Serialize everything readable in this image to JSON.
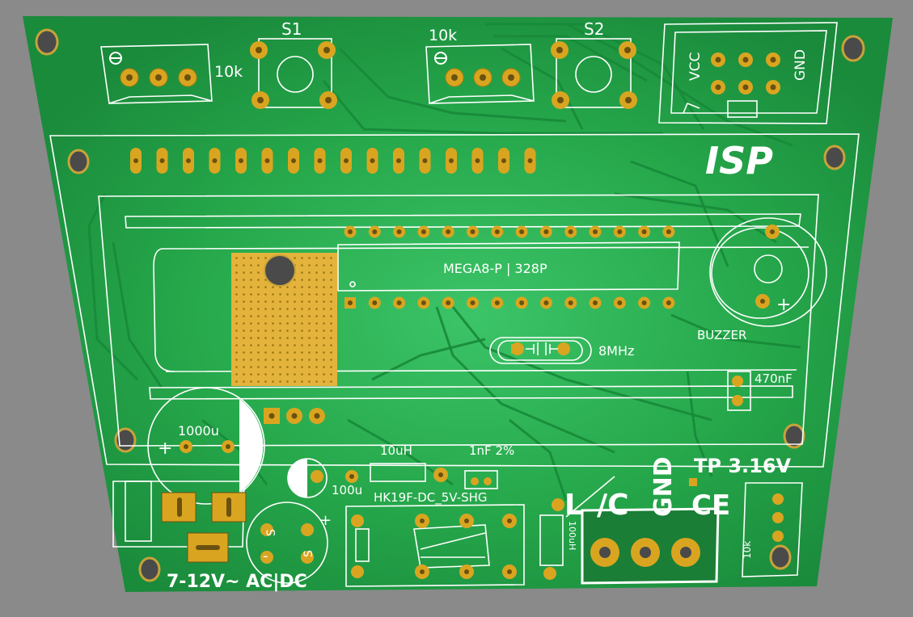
{
  "colors": {
    "background": "#8a8a8a",
    "board": "#1f9a43",
    "board_highlight": "#3cc468",
    "trace": "#178a3a",
    "silkscreen": "#ffffff",
    "copper": "#d9a520",
    "hole": "#4a4a4a",
    "terminal_block": "#1a7e36"
  },
  "labels": {
    "s1": "S1",
    "s2": "S2",
    "pot1": "10k",
    "pot2": "10k",
    "pot3": "10k",
    "vcc": "VCC",
    "gnd_isp": "GND",
    "isp": "ISP",
    "mcu": "MEGA8-P | 328P",
    "crystal": "8MHz",
    "buzzer": "BUZZER",
    "cap_470": "470nF",
    "cap_1000": "1000u",
    "cap_100": "100u",
    "inductor_10": "10uH",
    "cap_1n": "1nF 2%",
    "relay": "HK19F-DC_5V-SHG",
    "l": "L",
    "c": "/C",
    "gnd": "GND",
    "ce": "CE",
    "tp": "TP 3.16V",
    "ind_100": "100uH",
    "power": "7-12V~ AC|DC",
    "minus": "-",
    "plus": "+",
    "s": "S"
  }
}
